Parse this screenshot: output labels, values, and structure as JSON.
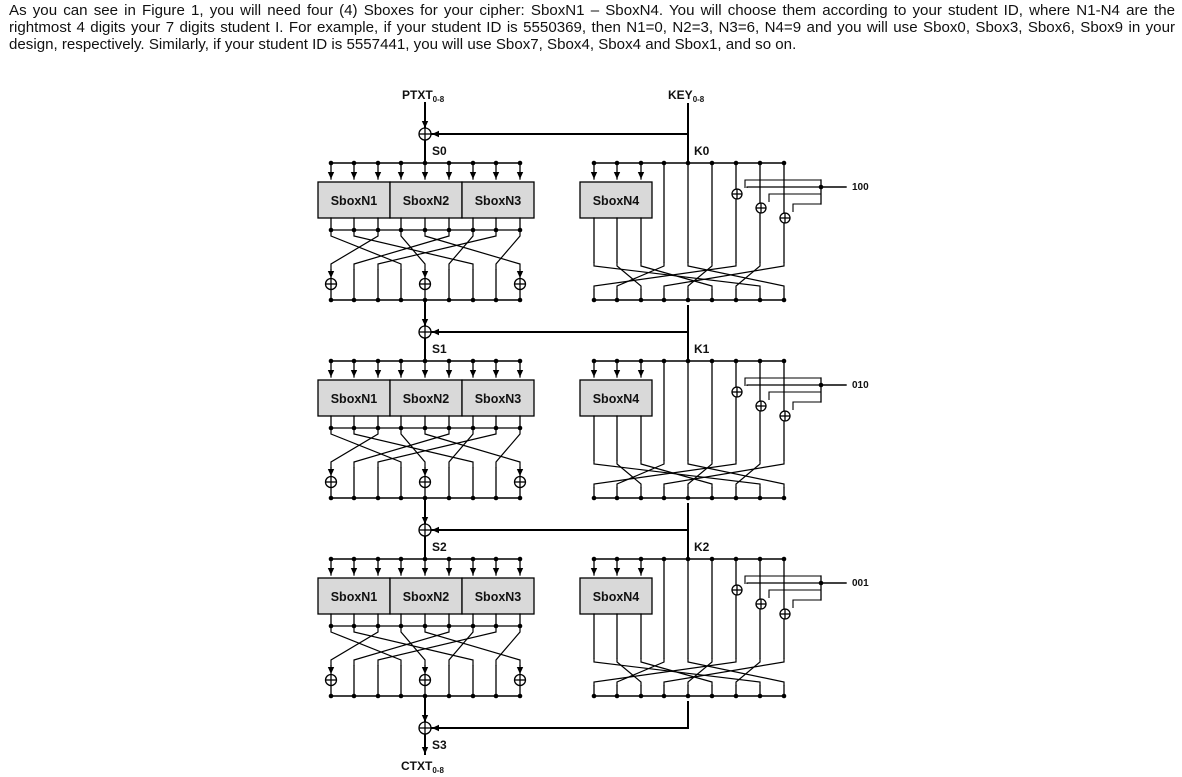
{
  "intro_text": "As you can see in Figure 1, you will need four (4) Sboxes for your cipher: SboxN1 – SboxN4. You will choose them according to your student ID, where N1-N4 are the rightmost 4 digits your 7 digits student I. For example, if your student ID is 5550369, then N1=0, N2=3, N3=6, N4=9 and you will use Sbox0, Sbox3, Sbox6, Sbox9 in your design, respectively. Similarly, if your student ID is 5557441, you will use Sbox7, Sbox4, Sbox4 and Sbox1, and so on.",
  "diagram": {
    "input": {
      "label": "PTXT",
      "subscript": "0-8"
    },
    "key": {
      "label": "KEY",
      "subscript": "0-8"
    },
    "output": {
      "label": "CTXT",
      "subscript": "0-8"
    },
    "final_state": "S3",
    "sbox_labels": [
      "SboxN1",
      "SboxN2",
      "SboxN3"
    ],
    "key_sbox_label": "SboxN4",
    "rounds": [
      {
        "state": "S0",
        "key": "K0",
        "constant": "100"
      },
      {
        "state": "S1",
        "key": "K1",
        "constant": "010"
      },
      {
        "state": "S2",
        "key": "K2",
        "constant": "001"
      }
    ]
  }
}
